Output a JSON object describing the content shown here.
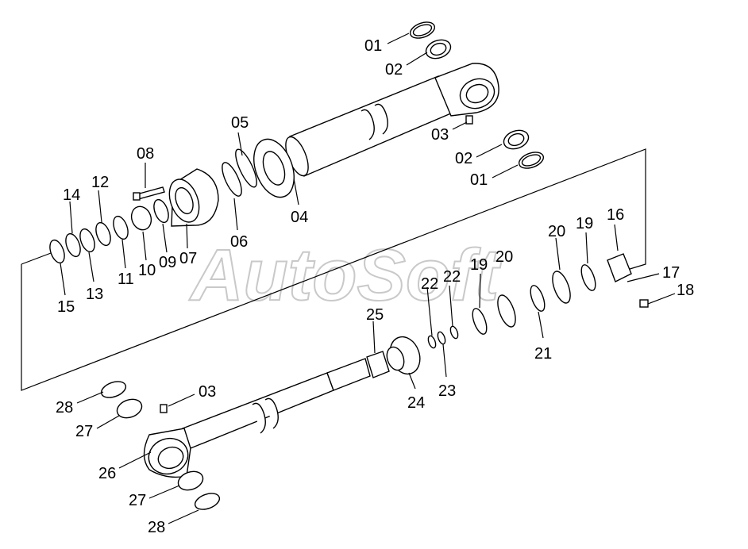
{
  "watermark": "AutoSoft",
  "callouts": [
    "01",
    "02",
    "03",
    "02",
    "01",
    "05",
    "08",
    "04",
    "14",
    "12",
    "06",
    "07",
    "09",
    "10",
    "11",
    "13",
    "15",
    "16",
    "20",
    "19",
    "20",
    "17",
    "19",
    "22",
    "22",
    "18",
    "21",
    "25",
    "24",
    "23",
    "03",
    "28",
    "27",
    "26",
    "27",
    "28"
  ]
}
